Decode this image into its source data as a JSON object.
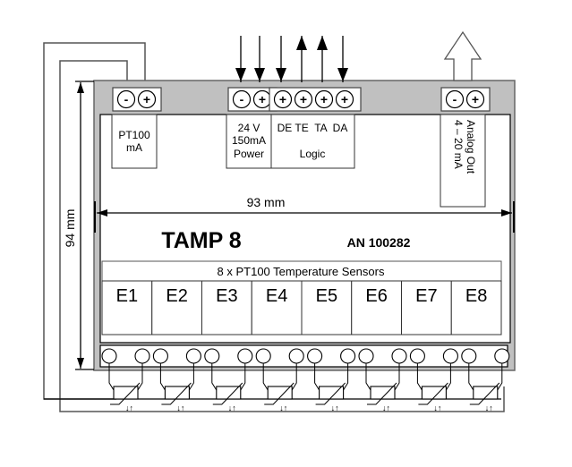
{
  "module": {
    "name": "TAMP 8",
    "article_number": "AN 100282",
    "width_label": "93 mm",
    "height_label": "94 mm",
    "colors": {
      "housing": "#c0c0c0",
      "panel": "#ffffff",
      "line": "#000000"
    }
  },
  "top_terminals": {
    "pt100": {
      "signs": [
        "-",
        "+"
      ],
      "label_lines": [
        "PT100",
        "mA"
      ]
    },
    "power": {
      "signs": [
        "-",
        "+"
      ],
      "label_lines": [
        "24 V",
        "150mA",
        "Power"
      ]
    },
    "logic": {
      "signs": [
        "+",
        "+",
        "+",
        "+"
      ],
      "signal_names": "DE TE  TA  DA",
      "label": "Logic"
    },
    "analog": {
      "signs": [
        "-",
        "+"
      ],
      "label_lines": [
        "Analog Out",
        "4 – 20 mA"
      ]
    }
  },
  "signal_arrows": [
    "in",
    "in",
    "in",
    "out",
    "out",
    "in"
  ],
  "sensors": {
    "header": "8 x PT100 Temperature Sensors",
    "channels": [
      "E1",
      "E2",
      "E3",
      "E4",
      "E5",
      "E6",
      "E7",
      "E8"
    ]
  }
}
